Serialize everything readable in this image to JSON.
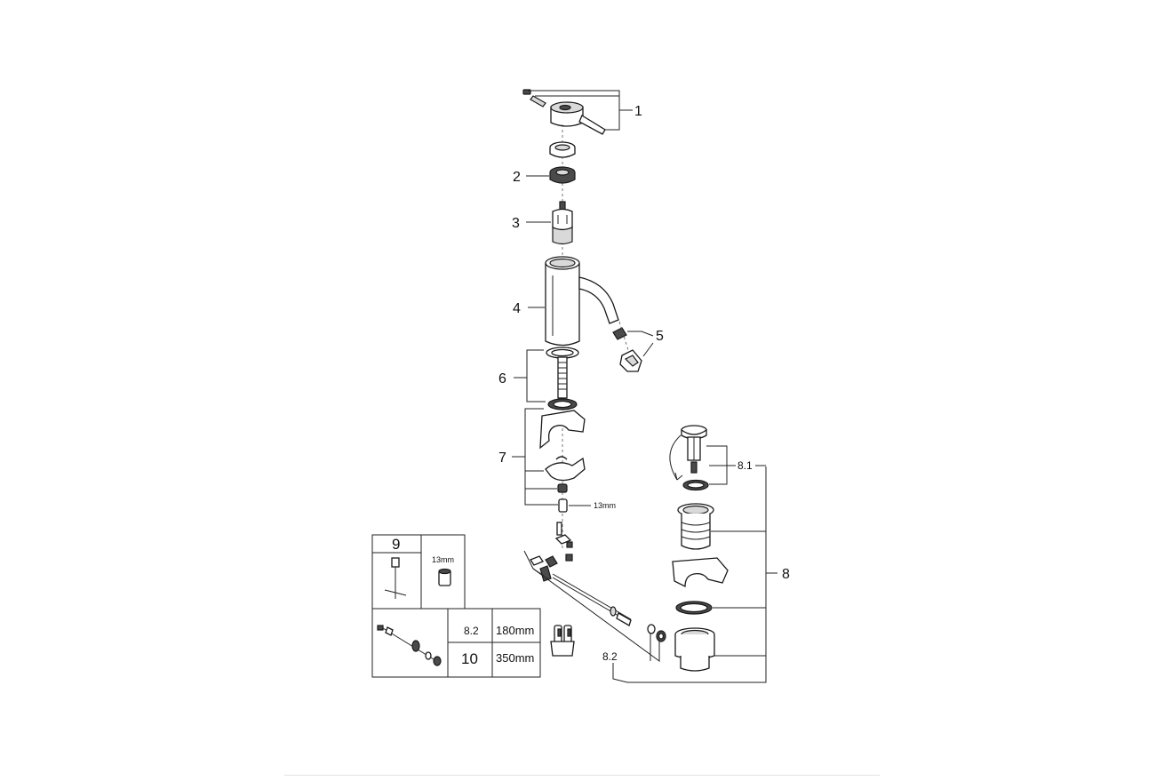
{
  "diagram": {
    "callouts": {
      "c1": "1",
      "c2": "2",
      "c3": "3",
      "c4": "4",
      "c5": "5",
      "c6": "6",
      "c7": "7",
      "c8": "8",
      "c81": "8.1",
      "c82": "8.2",
      "wrench13": "13mm"
    },
    "tool_box": {
      "number": "9",
      "size": "13mm"
    },
    "length_table": {
      "rows": [
        {
          "item": "8.2",
          "length": "180mm"
        },
        {
          "item": "10",
          "length": "350mm"
        }
      ]
    }
  }
}
